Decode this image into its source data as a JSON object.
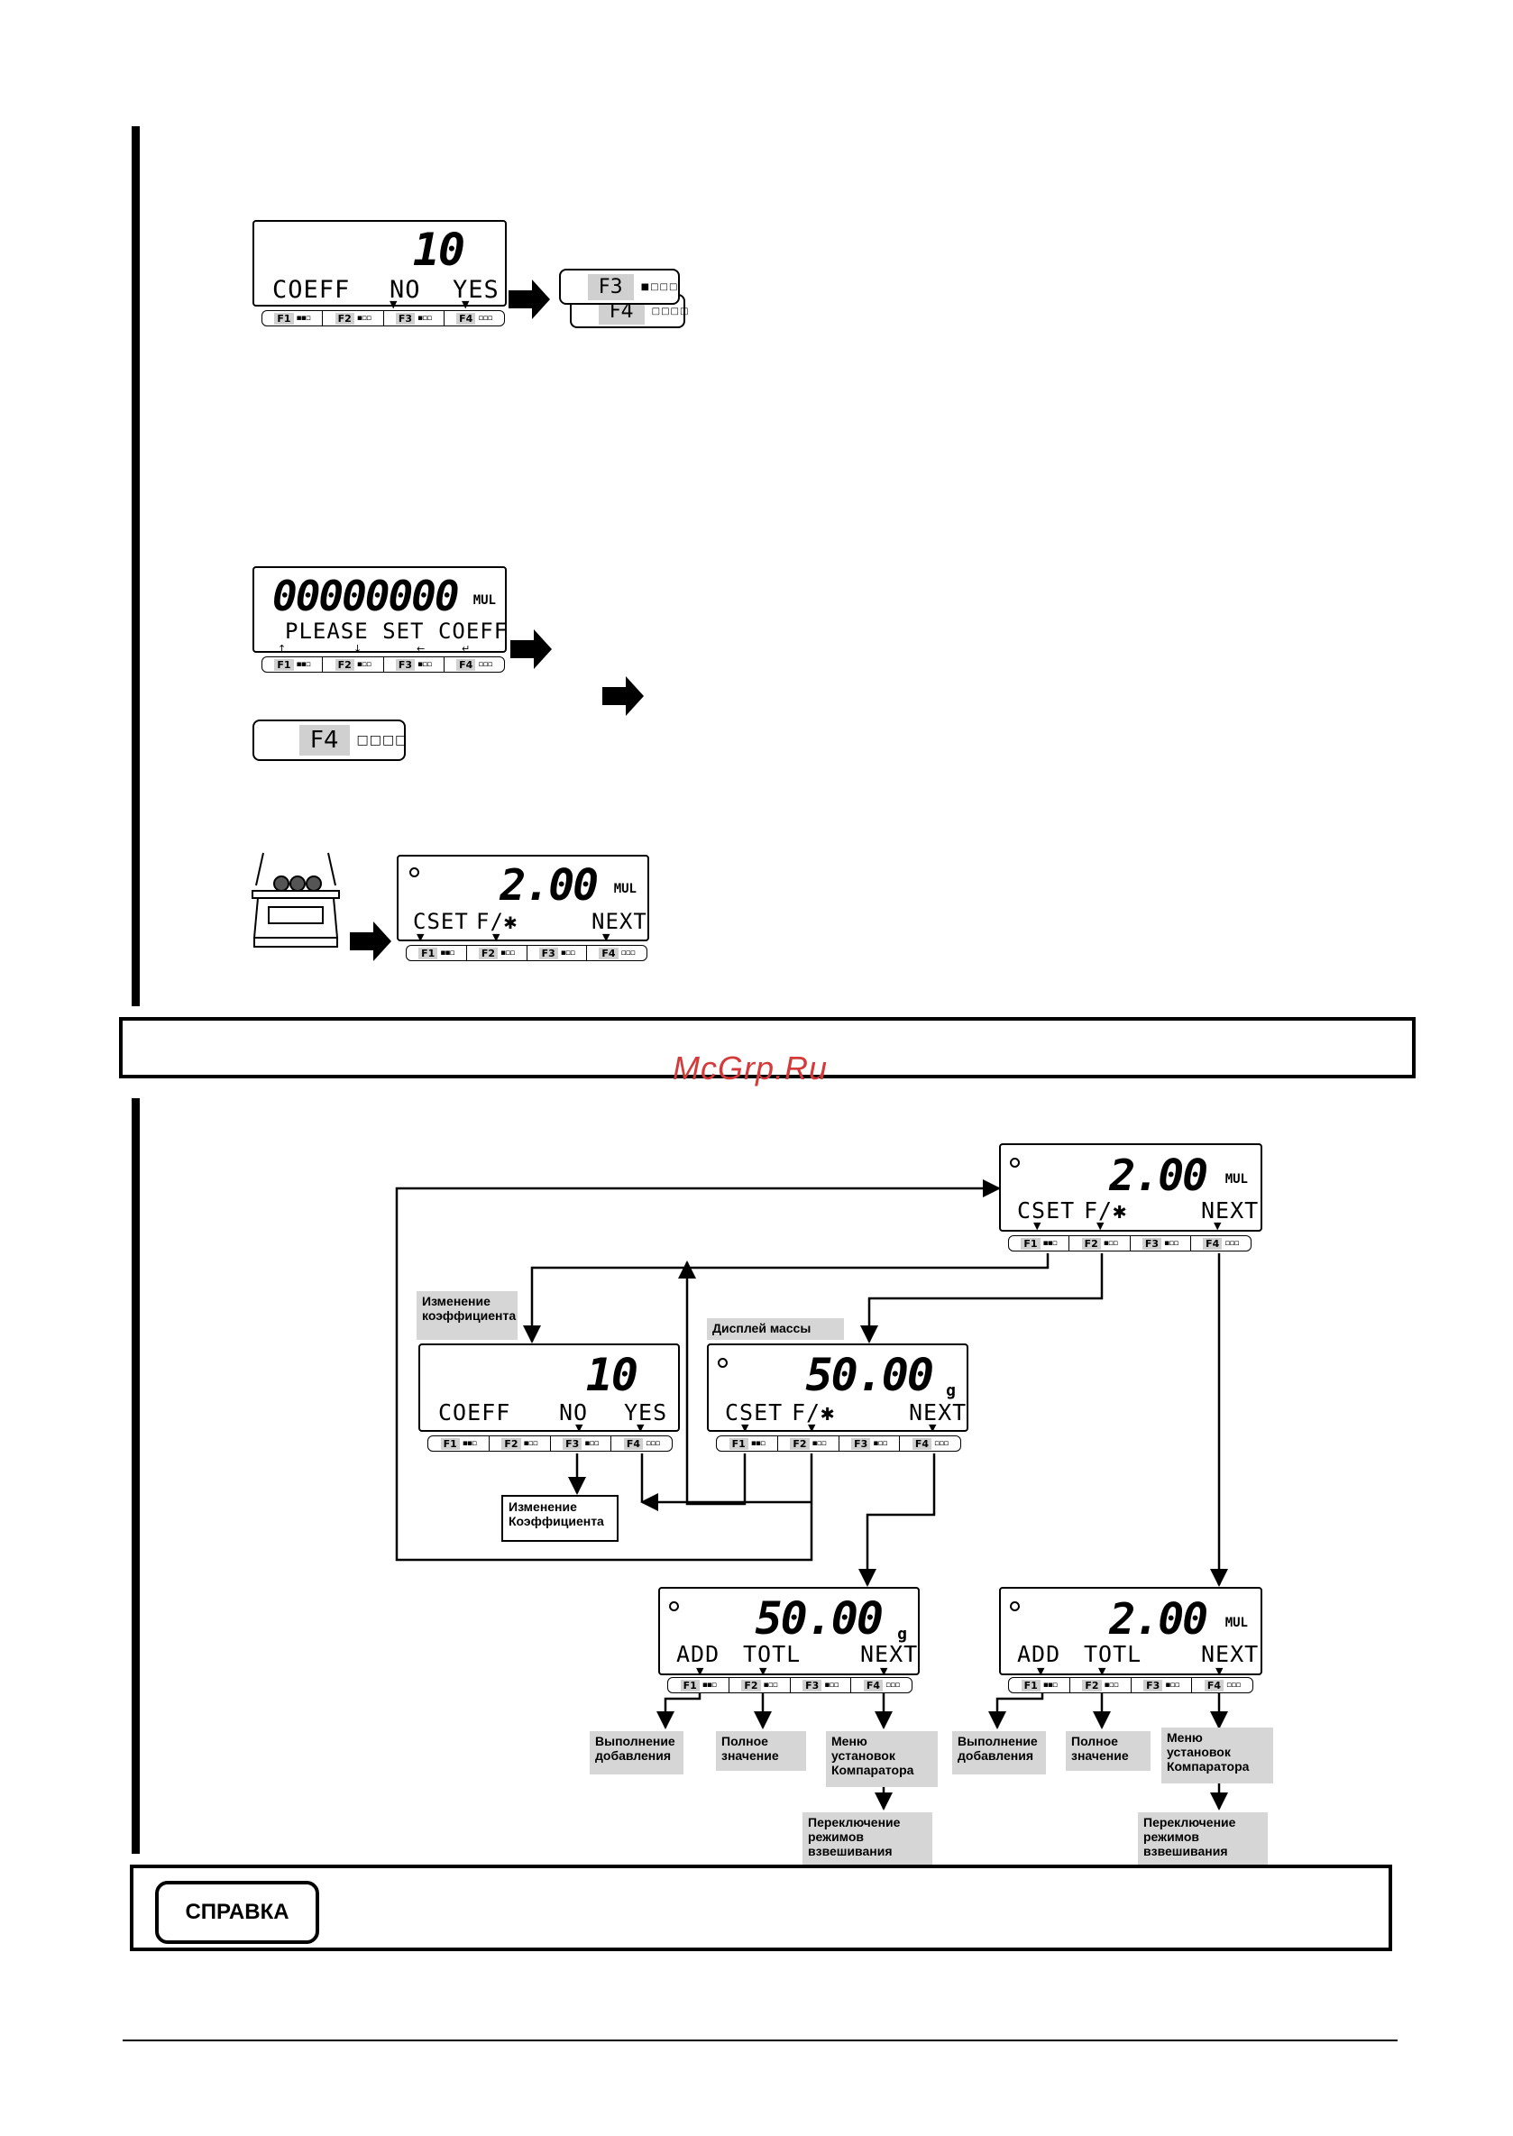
{
  "display_coeff": {
    "value": "10",
    "labels": [
      "COEFF",
      "NO",
      "YES"
    ]
  },
  "display_please": {
    "value": "00000000",
    "unit": "MUL",
    "text": "PLEASE SET COEFF"
  },
  "display_cset_mul": {
    "value": "2.00",
    "unit": "MUL",
    "labels": [
      "CSET",
      "F/✱",
      "NEXT"
    ]
  },
  "display_cset_g": {
    "value": "50.00",
    "unit": "g",
    "labels": [
      "CSET",
      "F/✱",
      "NEXT"
    ]
  },
  "display_add_g": {
    "value": "50.00",
    "unit": "g",
    "labels": [
      "ADD",
      "TOTL",
      "NEXT"
    ]
  },
  "display_add_mul": {
    "value": "2.00",
    "unit": "MUL",
    "labels": [
      "ADD",
      "TOTL",
      "NEXT"
    ]
  },
  "fkeys": [
    "F1",
    "F2",
    "F3",
    "F4"
  ],
  "key_symbols": {
    "f1": "▪▪▫",
    "f2": "▪▫▫",
    "f3": "▪▫▫",
    "f4": "▫▫▫"
  },
  "big_keys": {
    "f3": "F3",
    "f4": "F4",
    "f3_sq": "■□□□",
    "f4_sq": "□□□□"
  },
  "cursor_arrows": [
    "↑",
    "↓",
    "←",
    "↵"
  ],
  "flow_labels": {
    "change_coeff": "Изменение коэффициента",
    "mass_display": "Дисплей массы",
    "change_coeff_box": "Изменение Коэффициента",
    "perform_add": "Выполнение добавления",
    "total_value": "Полное значение",
    "comparator_menu": "Меню установок Компаратора",
    "switch_modes": "Переключение режимов взвешивания"
  },
  "watermark": "McGrp.Ru",
  "note_badge": "СПРАВКА"
}
